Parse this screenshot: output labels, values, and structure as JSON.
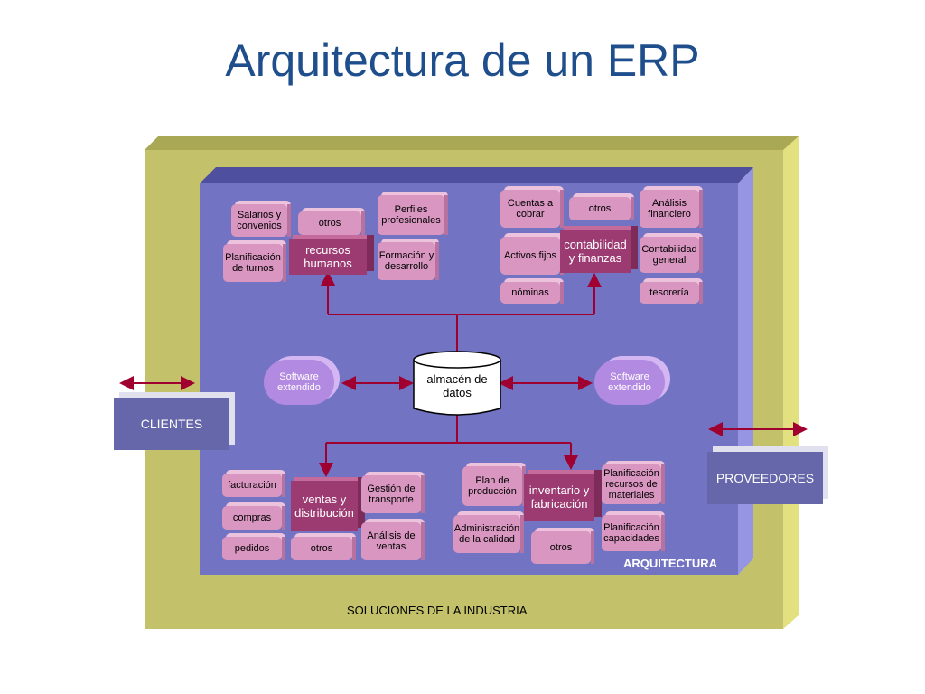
{
  "title": "Arquitectura de un ERP",
  "labels": {
    "industry": "SOLUCIONES DE LA INDUSTRIA",
    "architecture": "ARQUITECTURA",
    "clients": "CLIENTES",
    "suppliers": "PROVEEDORES",
    "database": "almacén de datos",
    "software_left": "Software extendido",
    "software_right": "Software extendido"
  },
  "modules": {
    "rrhh": {
      "hub": "recursos humanos",
      "items": [
        "Salarios y convenios",
        "otros",
        "Perfiles profesionales",
        "Planificación de turnos",
        "Formación y desarrollo"
      ]
    },
    "finanzas": {
      "hub": "contabilidad y finanzas",
      "items": [
        "Cuentas a cobrar",
        "otros",
        "Análisis financiero",
        "Activos fijos",
        "Contabilidad general",
        "nóminas",
        "tesorería"
      ]
    },
    "ventas": {
      "hub": "ventas y distribución",
      "items": [
        "facturación",
        "compras",
        "pedidos",
        "otros",
        "Gestión de transporte",
        "Análisis de ventas"
      ]
    },
    "inventario": {
      "hub": "inventario y fabricación",
      "items": [
        "Plan de producción",
        "Administración de la calidad",
        "otros",
        "Planificación recursos de materiales",
        "Planificación capacidades"
      ]
    }
  },
  "colors": {
    "title": "#1f4e8c",
    "outer": "#c3c26b",
    "inner": "#7373c4",
    "box": "#d896c0",
    "hub": "#9c3a72",
    "connector": "#a00030"
  }
}
